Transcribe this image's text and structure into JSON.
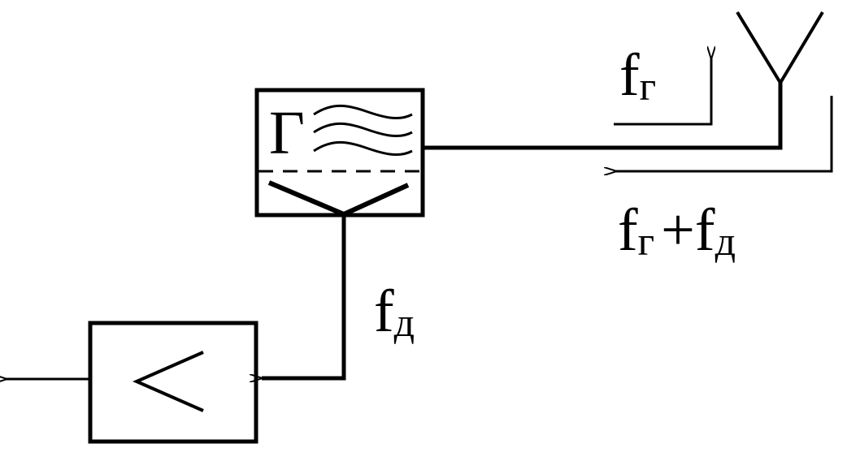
{
  "generator": {
    "letter": "Г"
  },
  "labels": {
    "f_g": {
      "main": "f",
      "sub": "г"
    },
    "f_sum": {
      "main1": "f",
      "sub1": "г",
      "plus": "+",
      "main2": "f",
      "sub2": "д"
    },
    "f_d": {
      "main": "f",
      "sub": "д"
    }
  },
  "colors": {
    "stroke": "#000000",
    "background": "#ffffff"
  }
}
